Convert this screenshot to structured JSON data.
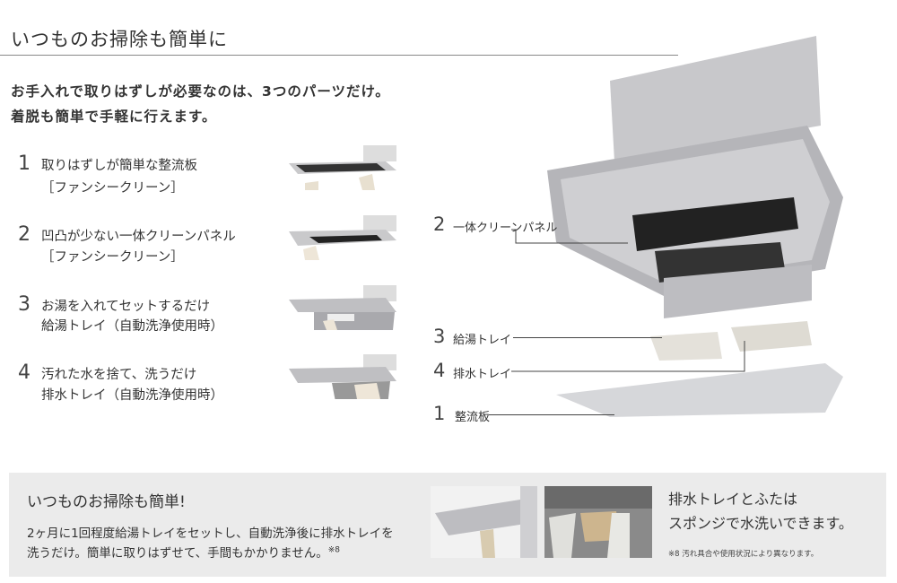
{
  "title": "いつものお掃除も簡単に",
  "lead": [
    "お手入れで取りはずしが必要なのは、3つのパーツだけ。",
    "着脱も簡単で手軽に行えます。"
  ],
  "items": [
    {
      "num": "1",
      "line1": "取りはずしが簡単な整流板",
      "line2": "［ファンシークリーン］"
    },
    {
      "num": "2",
      "line1": "凹凸が少ない一体クリーンパネル",
      "line2": "［ファンシークリーン］"
    },
    {
      "num": "3",
      "line1": "お湯を入れてセットするだけ",
      "line2": "給湯トレイ（自動洗浄使用時）"
    },
    {
      "num": "4",
      "line1": "汚れた水を捨て、洗うだけ",
      "line2": "排水トレイ（自動洗浄使用時）"
    }
  ],
  "diagram": [
    {
      "num": "2",
      "label": "一体クリーンパネル"
    },
    {
      "num": "3",
      "label": "給湯トレイ"
    },
    {
      "num": "4",
      "label": "排水トレイ"
    },
    {
      "num": "1",
      "label": "整流板"
    }
  ],
  "box": {
    "title": "いつものお掃除も簡単!",
    "body1": "2ヶ月に1回程度給湯トレイをセットし、自動洗浄後に排水トレイを",
    "body2": "洗うだけ。簡単に取りはずせて、手間もかかりません。",
    "sup": "※8",
    "right1": "排水トレイとふたは",
    "right2": "スポンジで水洗いできます。",
    "note": "※8 汚れ具合や使用状況により異なります。"
  }
}
